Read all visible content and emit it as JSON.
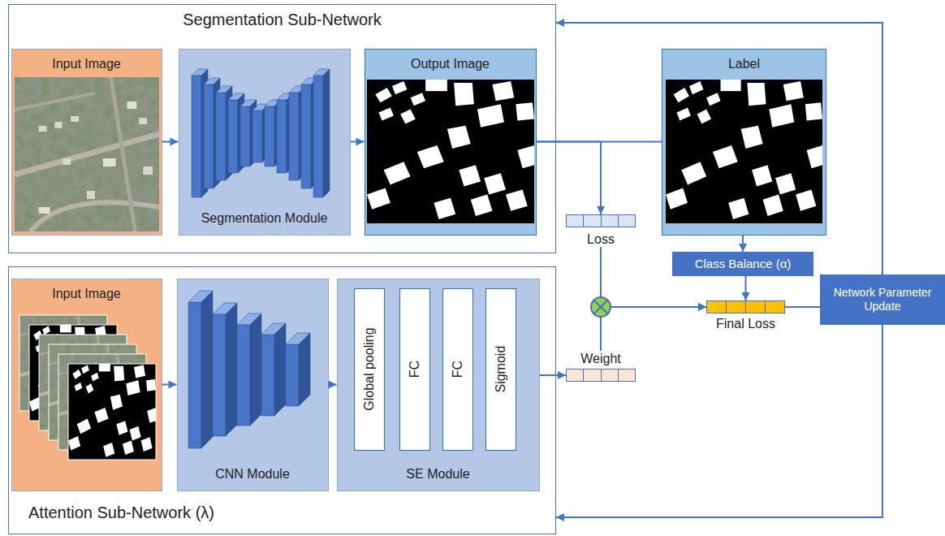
{
  "diagram": {
    "nodes": [
      {
        "text": [
          "Segmentation Sub-Network"
        ]
      },
      {
        "text": [
          "Input Image"
        ],
        "in": 0
      },
      {
        "text": [
          "Segmentation Module"
        ],
        "in": 0
      },
      {
        "text": [
          "Output Image"
        ],
        "in": 0
      },
      {
        "text": [
          "Label"
        ]
      },
      {
        "text": [
          "Loss"
        ]
      },
      {
        "text": [
          "Class Balance (α)"
        ]
      },
      {
        "text": [
          "Final Loss"
        ]
      },
      {
        "text": [
          "Network Parameter Update"
        ]
      },
      {
        "text": [
          "Attention Sub-Network (λ)"
        ]
      },
      {
        "text": [
          "Input Image"
        ],
        "in": 9
      },
      {
        "text": [
          "CNN Module"
        ],
        "in": 9
      },
      {
        "text": [
          "SE Module"
        ],
        "in": 9
      },
      {
        "text": [
          "Global pooling"
        ],
        "in": 12
      },
      {
        "text": [
          "FC"
        ],
        "in": 12
      },
      {
        "text": [
          "FC"
        ],
        "in": 12
      },
      {
        "text": [
          "Sigmoid"
        ],
        "in": 12
      },
      {
        "text": [
          "Weight"
        ]
      }
    ],
    "edges": [
      {
        "from": 1,
        "to": 2,
        "arrow": "to"
      },
      {
        "from": 2,
        "to": 3,
        "arrow": "to"
      },
      {
        "from": 3,
        "to": 4,
        "arrow": "none"
      },
      {
        "from": 3,
        "to": 5,
        "arrow": "to"
      },
      {
        "from": 4,
        "to": 6,
        "arrow": "to"
      },
      {
        "from": 6,
        "to": 7,
        "arrow": "to"
      },
      {
        "from": 5,
        "to": 7,
        "arrow": "to"
      },
      {
        "from": 17,
        "to": 7,
        "arrow": "to"
      },
      {
        "from": 7,
        "to": 8,
        "arrow": "none"
      },
      {
        "from": 8,
        "to": 0,
        "arrow": "to"
      },
      {
        "from": 8,
        "to": 9,
        "arrow": "to"
      },
      {
        "from": 10,
        "to": 11,
        "arrow": "to"
      },
      {
        "from": 11,
        "to": 12,
        "arrow": "to"
      },
      {
        "from": 12,
        "to": 17,
        "arrow": "to"
      }
    ]
  }
}
